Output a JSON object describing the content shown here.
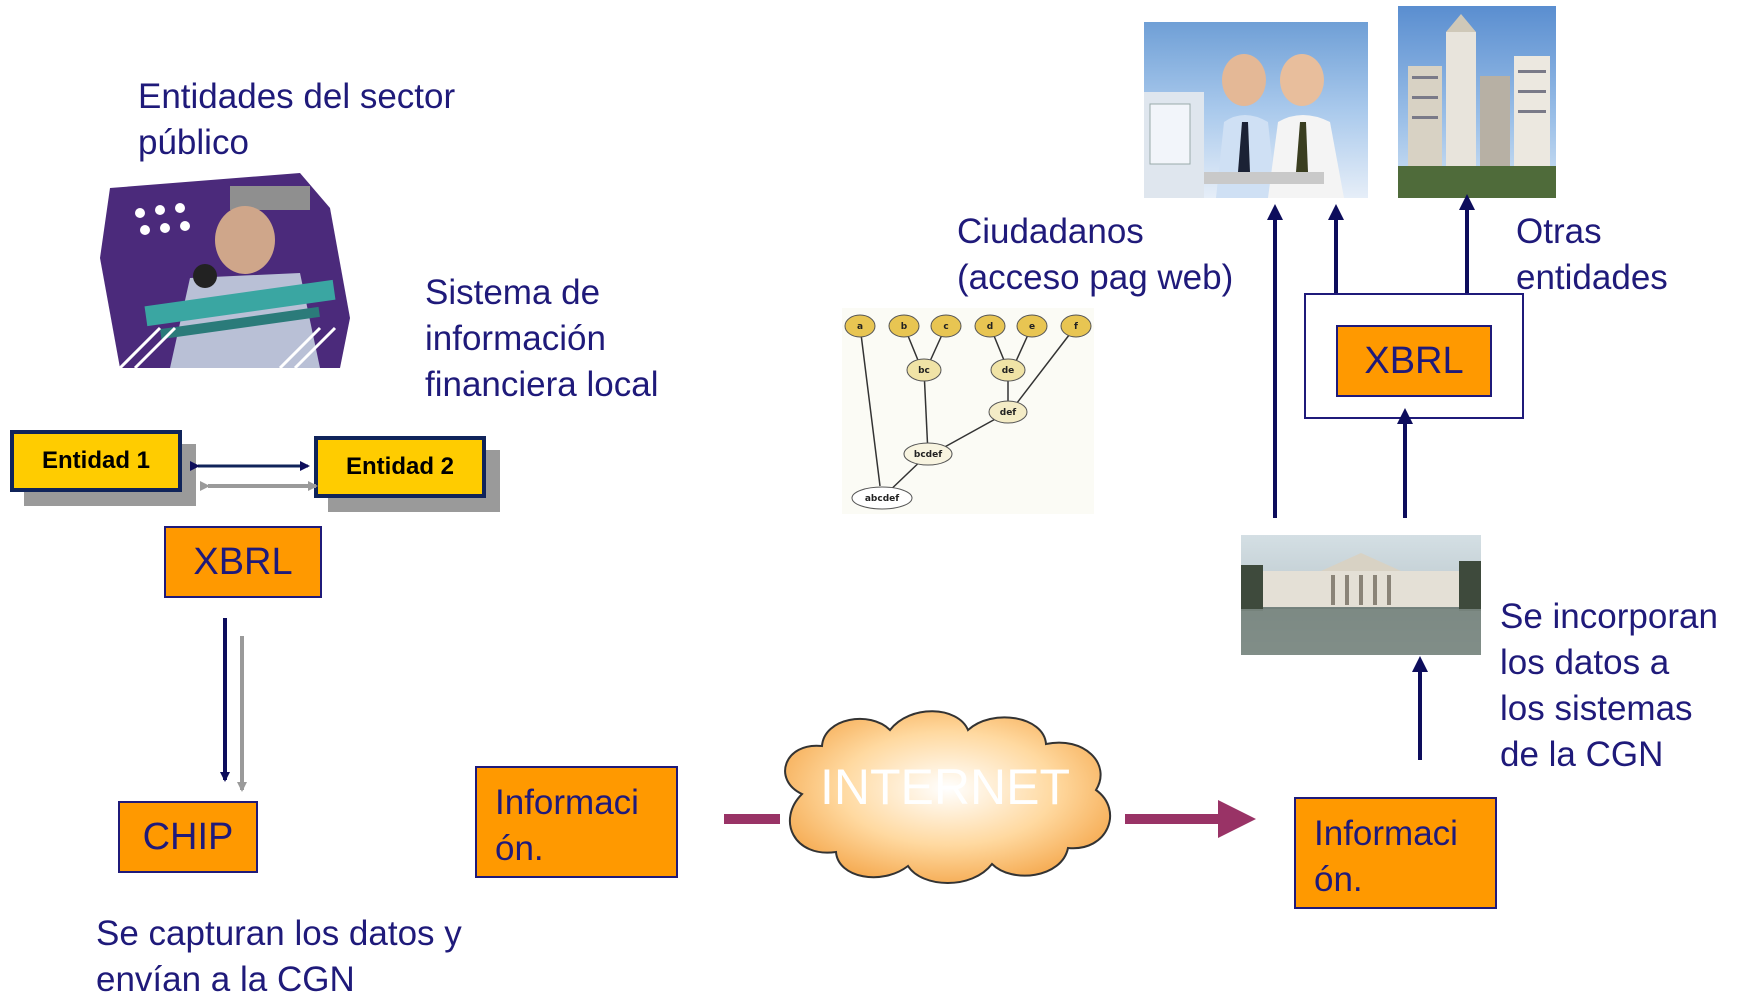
{
  "left": {
    "title": "Entidades del sector\npúblico",
    "system_label": "Sistema de\ninformación\nfinanciera local",
    "entity1": "Entidad 1",
    "entity2": "Entidad 2",
    "xbrl_label": "XBRL",
    "chip_label": "CHIP",
    "capture_text": "Se capturan los datos y\nenvían a la CGN"
  },
  "middle": {
    "info_left": "Informaci\nón.",
    "internet_label": "INTERNET",
    "info_right": "Informaci\nón.",
    "tree_nodes": [
      "a",
      "b",
      "c",
      "d",
      "e",
      "f",
      "bc",
      "de",
      "def",
      "bcdef",
      "abcdef"
    ]
  },
  "right": {
    "citizens_label": "Ciudadanos\n(acceso pag web)",
    "others_label": "Otras\nentidades",
    "xbrl_label": "XBRL",
    "incorporate_text": "Se incorporan\nlos datos a\nlos sistemas\nde la CGN"
  },
  "colors": {
    "text": "#1f1a7a",
    "orange_box": "#ff9900",
    "entity_fill": "#ffcc00",
    "arrow_navy": "#0d0d5c",
    "arrow_magenta": "#993366",
    "cloud": "#ffcc88"
  }
}
